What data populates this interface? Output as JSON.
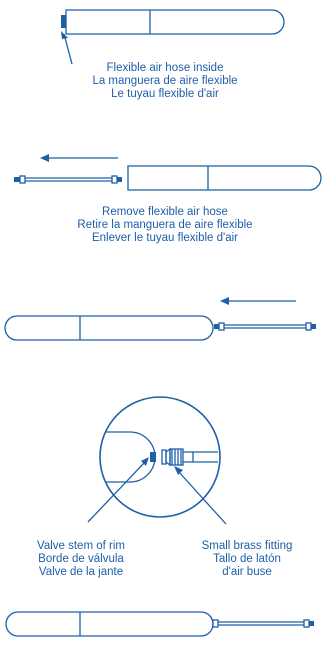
{
  "step1": {
    "lines": [
      "Flexible air hose inside",
      "La manguera de aire flexible",
      "Le tuyau flexible d'air"
    ]
  },
  "step2": {
    "lines": [
      "Remove flexible air hose",
      "Retire la manguera de aire flexible",
      "Enlever le tuyau flexible d'air"
    ]
  },
  "step4": {
    "left_caption": [
      "Valve stem of rim",
      "Borde de válvula",
      "Valve de la jante"
    ],
    "right_caption": [
      "Small brass fitting",
      "Tallo de latón",
      "d'air buse"
    ]
  },
  "colors": {
    "line": "#1e5fa8",
    "fill": "#ffffff"
  }
}
